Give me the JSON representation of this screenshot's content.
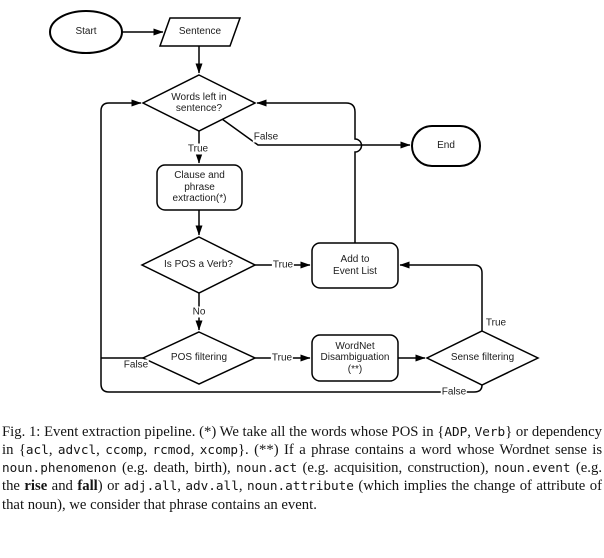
{
  "figure": {
    "nodes": {
      "start": {
        "label": "Start"
      },
      "sentence": {
        "label": "Sentence"
      },
      "words_left": {
        "line1": "Words left in",
        "line2": "sentence?"
      },
      "clause": {
        "line1": "Clause and",
        "line2": "phrase",
        "line3": "extraction(*)"
      },
      "is_pos_verb": {
        "label": "Is POS a Verb?"
      },
      "add_event": {
        "line1": "Add to",
        "line2": "Event List"
      },
      "pos_filtering": {
        "label": "POS filtering"
      },
      "wordnet": {
        "line1": "WordNet",
        "line2": "Disambiguation",
        "line3": "(**)"
      },
      "sense_filtering": {
        "label": "Sense filtering"
      },
      "end": {
        "label": "End"
      }
    },
    "edge_labels": {
      "words_true": "True",
      "words_false": "False",
      "verb_true": "True",
      "verb_no": "No",
      "pos_true": "True",
      "pos_false": "False",
      "sense_true": "True",
      "sense_false": "False"
    }
  },
  "caption": {
    "segments": [
      {
        "t": "Fig. 1: Event extraction pipeline. (*) We take all the words whose POS in {",
        "s": "serif"
      },
      {
        "t": "ADP",
        "s": "mono"
      },
      {
        "t": ", ",
        "s": "serif"
      },
      {
        "t": "Verb",
        "s": "mono"
      },
      {
        "t": "} or dependency in {",
        "s": "serif"
      },
      {
        "t": "acl",
        "s": "mono"
      },
      {
        "t": ", ",
        "s": "serif"
      },
      {
        "t": "advcl",
        "s": "mono"
      },
      {
        "t": ", ",
        "s": "serif"
      },
      {
        "t": "ccomp",
        "s": "mono"
      },
      {
        "t": ", ",
        "s": "serif"
      },
      {
        "t": "rcmod",
        "s": "mono"
      },
      {
        "t": ", ",
        "s": "serif"
      },
      {
        "t": "xcomp",
        "s": "mono"
      },
      {
        "t": "}. (**) If a phrase contains a word whose Wordnet sense is ",
        "s": "serif"
      },
      {
        "t": "noun.phenomenon",
        "s": "mono"
      },
      {
        "t": " (e.g. death, birth), ",
        "s": "serif"
      },
      {
        "t": "noun.act",
        "s": "mono"
      },
      {
        "t": " (e.g. acquisition, construction), ",
        "s": "serif"
      },
      {
        "t": "noun.event",
        "s": "mono"
      },
      {
        "t": " (e.g. the ",
        "s": "serif"
      },
      {
        "t": "rise",
        "s": "bold"
      },
      {
        "t": " and ",
        "s": "serif"
      },
      {
        "t": "fall",
        "s": "bold"
      },
      {
        "t": ") or ",
        "s": "serif"
      },
      {
        "t": "adj.all",
        "s": "mono"
      },
      {
        "t": ", ",
        "s": "serif"
      },
      {
        "t": "adv.all",
        "s": "mono"
      },
      {
        "t": ", ",
        "s": "serif"
      },
      {
        "t": "noun.attribute",
        "s": "mono"
      },
      {
        "t": " (which implies the change of attribute of that noun), we consider that phrase contains an event.",
        "s": "serif"
      }
    ]
  },
  "colors": {
    "stroke": "#000000",
    "text": "#1c1c1c",
    "background": "#ffffff"
  }
}
